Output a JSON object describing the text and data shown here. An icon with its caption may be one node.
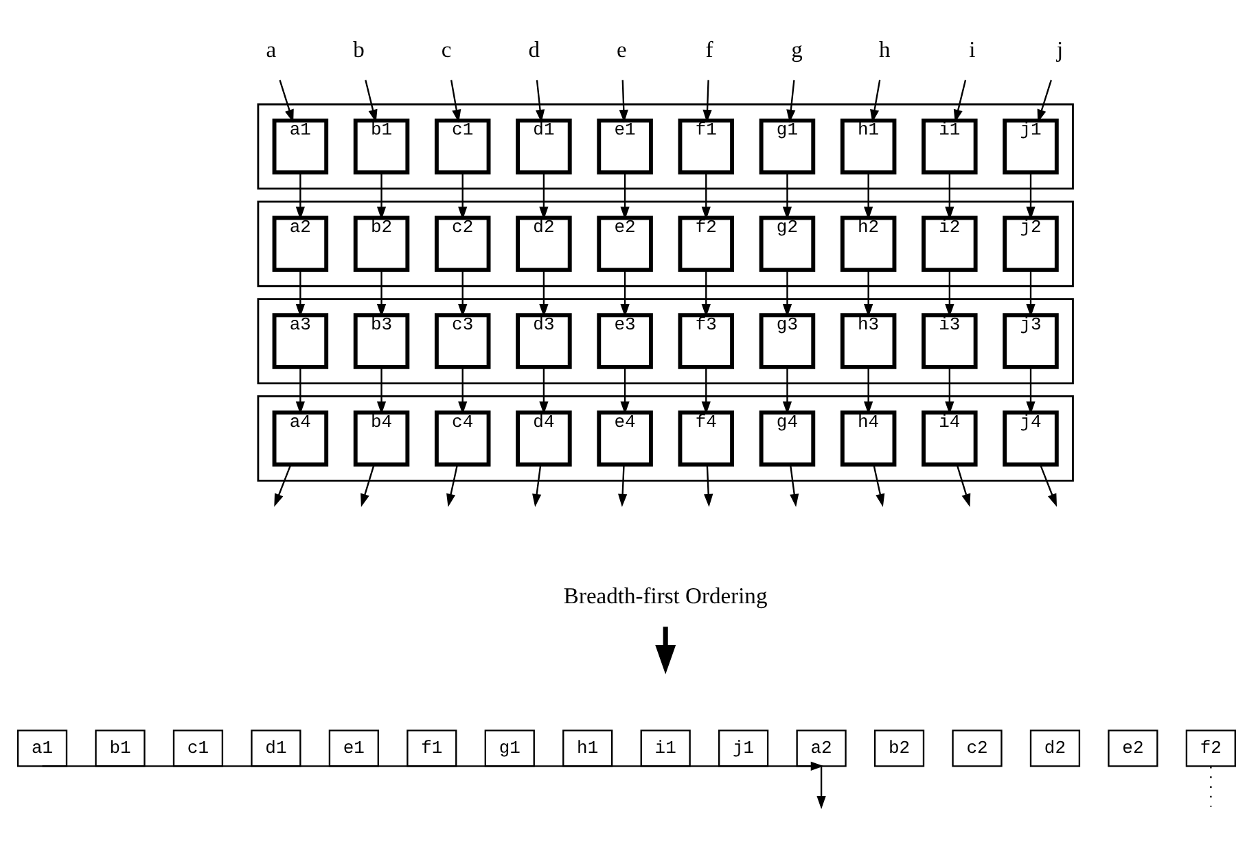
{
  "diagram": {
    "nodes": [
      {
        "text": [
          "a"
        ]
      },
      {
        "text": [
          "b"
        ]
      },
      {
        "text": [
          "c"
        ]
      },
      {
        "text": [
          "d"
        ]
      },
      {
        "text": [
          "e"
        ]
      },
      {
        "text": [
          "f"
        ]
      },
      {
        "text": [
          "g"
        ]
      },
      {
        "text": [
          "h"
        ]
      },
      {
        "text": [
          "i"
        ]
      },
      {
        "text": [
          "j"
        ]
      },
      {
        "text": [],
        "shape": "box"
      },
      {
        "text": [
          "a1"
        ],
        "in": 10
      },
      {
        "text": [
          "b1"
        ],
        "in": 10
      },
      {
        "text": [
          "c1"
        ],
        "in": 10
      },
      {
        "text": [
          "d1"
        ],
        "in": 10
      },
      {
        "text": [
          "e1"
        ],
        "in": 10
      },
      {
        "text": [
          "f1"
        ],
        "in": 10
      },
      {
        "text": [
          "g1"
        ],
        "in": 10
      },
      {
        "text": [
          "h1"
        ],
        "in": 10
      },
      {
        "text": [
          "i1"
        ],
        "in": 10
      },
      {
        "text": [
          "j1"
        ],
        "in": 10
      },
      {
        "text": [],
        "shape": "box"
      },
      {
        "text": [
          "a2"
        ],
        "in": 21
      },
      {
        "text": [
          "b2"
        ],
        "in": 21
      },
      {
        "text": [
          "c2"
        ],
        "in": 21
      },
      {
        "text": [
          "d2"
        ],
        "in": 21
      },
      {
        "text": [
          "e2"
        ],
        "in": 21
      },
      {
        "text": [
          "f2"
        ],
        "in": 21
      },
      {
        "text": [
          "g2"
        ],
        "in": 21
      },
      {
        "text": [
          "h2"
        ],
        "in": 21
      },
      {
        "text": [
          "i2"
        ],
        "in": 21
      },
      {
        "text": [
          "j2"
        ],
        "in": 21
      },
      {
        "text": [],
        "shape": "box"
      },
      {
        "text": [
          "a3"
        ],
        "in": 32
      },
      {
        "text": [
          "b3"
        ],
        "in": 32
      },
      {
        "text": [
          "c3"
        ],
        "in": 32
      },
      {
        "text": [
          "d3"
        ],
        "in": 32
      },
      {
        "text": [
          "e3"
        ],
        "in": 32
      },
      {
        "text": [
          "f3"
        ],
        "in": 32
      },
      {
        "text": [
          "g3"
        ],
        "in": 32
      },
      {
        "text": [
          "h3"
        ],
        "in": 32
      },
      {
        "text": [
          "i3"
        ],
        "in": 32
      },
      {
        "text": [
          "j3"
        ],
        "in": 32
      },
      {
        "text": [],
        "shape": "box"
      },
      {
        "text": [
          "a4"
        ],
        "in": 43
      },
      {
        "text": [
          "b4"
        ],
        "in": 43
      },
      {
        "text": [
          "c4"
        ],
        "in": 43
      },
      {
        "text": [
          "d4"
        ],
        "in": 43
      },
      {
        "text": [
          "e4"
        ],
        "in": 43
      },
      {
        "text": [
          "f4"
        ],
        "in": 43
      },
      {
        "text": [
          "g4"
        ],
        "in": 43
      },
      {
        "text": [
          "h4"
        ],
        "in": 43
      },
      {
        "text": [
          "i4"
        ],
        "in": 43
      },
      {
        "text": [
          "j4"
        ],
        "in": 43
      },
      {
        "text": [
          "Breadth-first Ordering"
        ]
      },
      {
        "text": [
          "a1"
        ]
      },
      {
        "text": [
          "b1"
        ]
      },
      {
        "text": [
          "c1"
        ]
      },
      {
        "text": [
          "d1"
        ]
      },
      {
        "text": [
          "e1"
        ]
      },
      {
        "text": [
          "f1"
        ]
      },
      {
        "text": [
          "g1"
        ]
      },
      {
        "text": [
          "h1"
        ]
      },
      {
        "text": [
          "i1"
        ]
      },
      {
        "text": [
          "j1"
        ]
      },
      {
        "text": [
          "a2"
        ]
      },
      {
        "text": [
          "b2"
        ]
      },
      {
        "text": [
          "c2"
        ]
      },
      {
        "text": [
          "d2"
        ]
      },
      {
        "text": [
          "e2"
        ]
      },
      {
        "text": [
          "f2"
        ]
      }
    ],
    "edges": [
      {
        "from": 0,
        "to": 11,
        "arrow": "to"
      },
      {
        "from": 1,
        "to": 12,
        "arrow": "to"
      },
      {
        "from": 2,
        "to": 13,
        "arrow": "to"
      },
      {
        "from": 3,
        "to": 14,
        "arrow": "to"
      },
      {
        "from": 4,
        "to": 15,
        "arrow": "to"
      },
      {
        "from": 5,
        "to": 16,
        "arrow": "to"
      },
      {
        "from": 6,
        "to": 17,
        "arrow": "to"
      },
      {
        "from": 7,
        "to": 18,
        "arrow": "to"
      },
      {
        "from": 8,
        "to": 19,
        "arrow": "to"
      },
      {
        "from": 9,
        "to": 20,
        "arrow": "to"
      },
      {
        "from": 11,
        "to": 22,
        "arrow": "to"
      },
      {
        "from": 12,
        "to": 23,
        "arrow": "to"
      },
      {
        "from": 13,
        "to": 24,
        "arrow": "to"
      },
      {
        "from": 14,
        "to": 25,
        "arrow": "to"
      },
      {
        "from": 15,
        "to": 26,
        "arrow": "to"
      },
      {
        "from": 16,
        "to": 27,
        "arrow": "to"
      },
      {
        "from": 17,
        "to": 28,
        "arrow": "to"
      },
      {
        "from": 18,
        "to": 29,
        "arrow": "to"
      },
      {
        "from": 19,
        "to": 30,
        "arrow": "to"
      },
      {
        "from": 20,
        "to": 31,
        "arrow": "to"
      },
      {
        "from": 22,
        "to": 33,
        "arrow": "to"
      },
      {
        "from": 23,
        "to": 34,
        "arrow": "to"
      },
      {
        "from": 24,
        "to": 35,
        "arrow": "to"
      },
      {
        "from": 25,
        "to": 36,
        "arrow": "to"
      },
      {
        "from": 26,
        "to": 37,
        "arrow": "to"
      },
      {
        "from": 27,
        "to": 38,
        "arrow": "to"
      },
      {
        "from": 28,
        "to": 39,
        "arrow": "to"
      },
      {
        "from": 29,
        "to": 40,
        "arrow": "to"
      },
      {
        "from": 30,
        "to": 41,
        "arrow": "to"
      },
      {
        "from": 31,
        "to": 42,
        "arrow": "to"
      },
      {
        "from": 33,
        "to": 44,
        "arrow": "to"
      },
      {
        "from": 34,
        "to": 45,
        "arrow": "to"
      },
      {
        "from": 35,
        "to": 46,
        "arrow": "to"
      },
      {
        "from": 36,
        "to": 47,
        "arrow": "to"
      },
      {
        "from": 37,
        "to": 48,
        "arrow": "to"
      },
      {
        "from": 38,
        "to": 49,
        "arrow": "to"
      },
      {
        "from": 39,
        "to": 50,
        "arrow": "to"
      },
      {
        "from": 40,
        "to": 51,
        "arrow": "to"
      },
      {
        "from": 41,
        "to": 52,
        "arrow": "to"
      },
      {
        "from": 42,
        "to": 53,
        "arrow": "to"
      },
      {
        "from": 44,
        "to": null,
        "arrow": "to"
      },
      {
        "from": 45,
        "to": null,
        "arrow": "to"
      },
      {
        "from": 46,
        "to": null,
        "arrow": "to"
      },
      {
        "from": 47,
        "to": null,
        "arrow": "to"
      },
      {
        "from": 48,
        "to": null,
        "arrow": "to"
      },
      {
        "from": 49,
        "to": null,
        "arrow": "to"
      },
      {
        "from": 50,
        "to": null,
        "arrow": "to"
      },
      {
        "from": 51,
        "to": null,
        "arrow": "to"
      },
      {
        "from": 52,
        "to": null,
        "arrow": "to"
      },
      {
        "from": 53,
        "to": null,
        "arrow": "to"
      },
      {
        "from": 54,
        "to": null,
        "arrow": "to",
        "style": "thick"
      },
      {
        "from": 55,
        "to": 65,
        "arrow": "to"
      },
      {
        "from": 65,
        "to": null,
        "arrow": "to"
      },
      {
        "from": 70,
        "to": null,
        "arrow": "none",
        "style": "dashed"
      }
    ]
  }
}
